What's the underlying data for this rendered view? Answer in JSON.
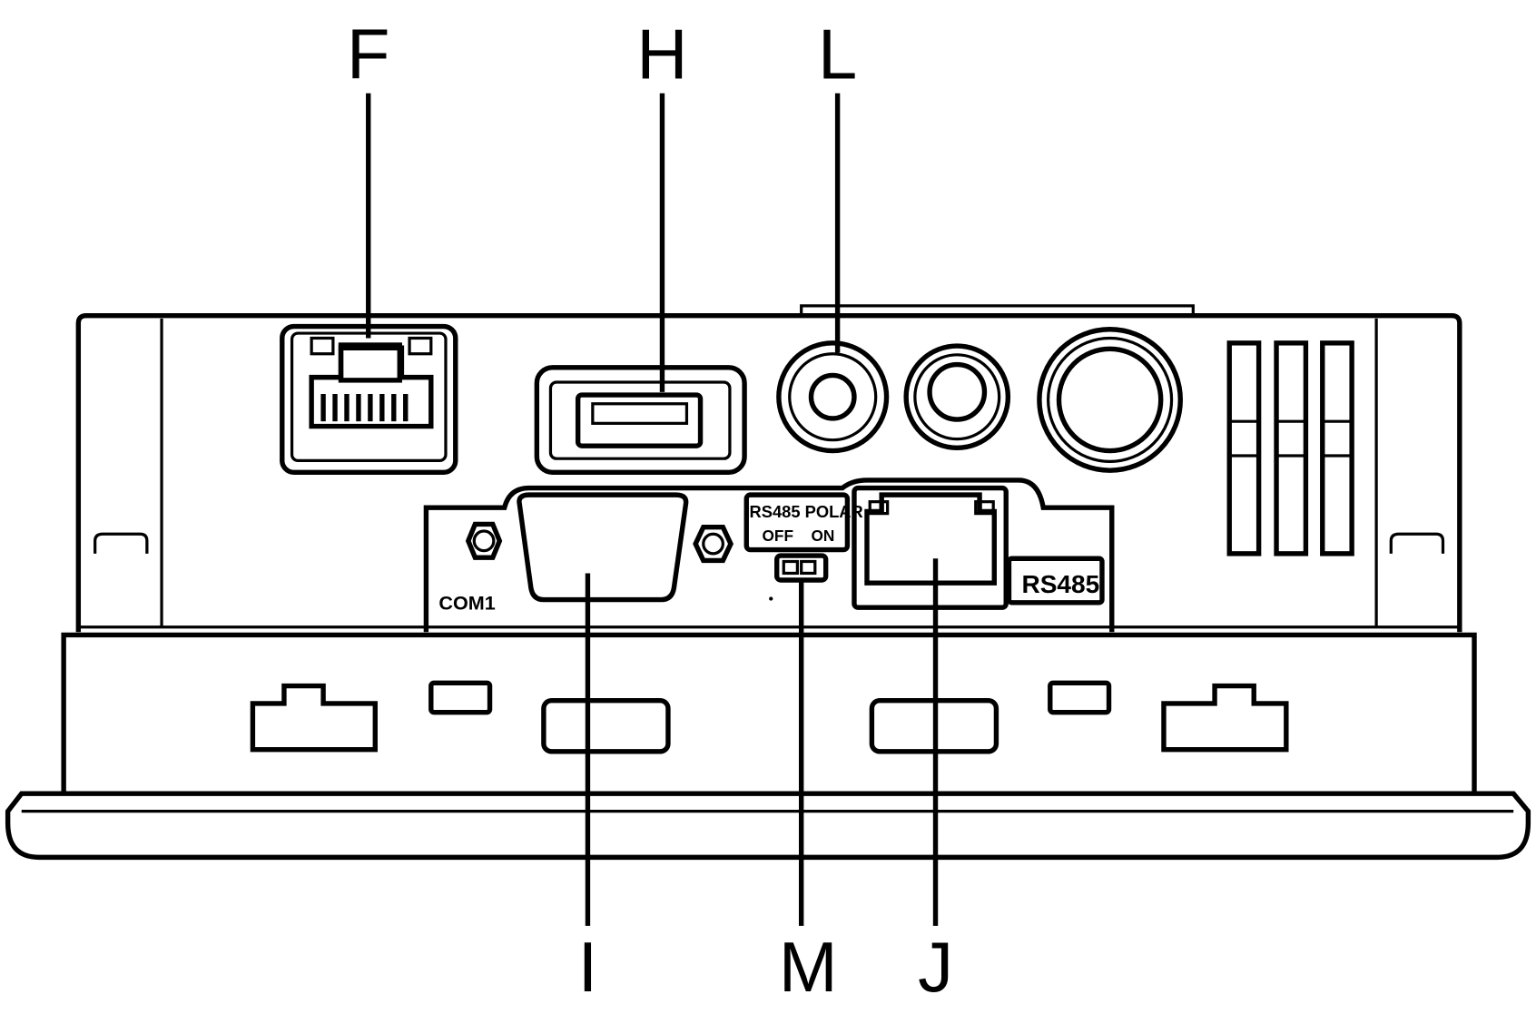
{
  "callouts": {
    "f": "F",
    "h": "H",
    "l": "L",
    "i": "I",
    "m": "M",
    "j": "J"
  },
  "panel": {
    "switch_title": "RS485 POLAR",
    "switch_off": "OFF",
    "switch_on": "ON",
    "com_label": "COM1",
    "rs485_label": "RS485"
  }
}
